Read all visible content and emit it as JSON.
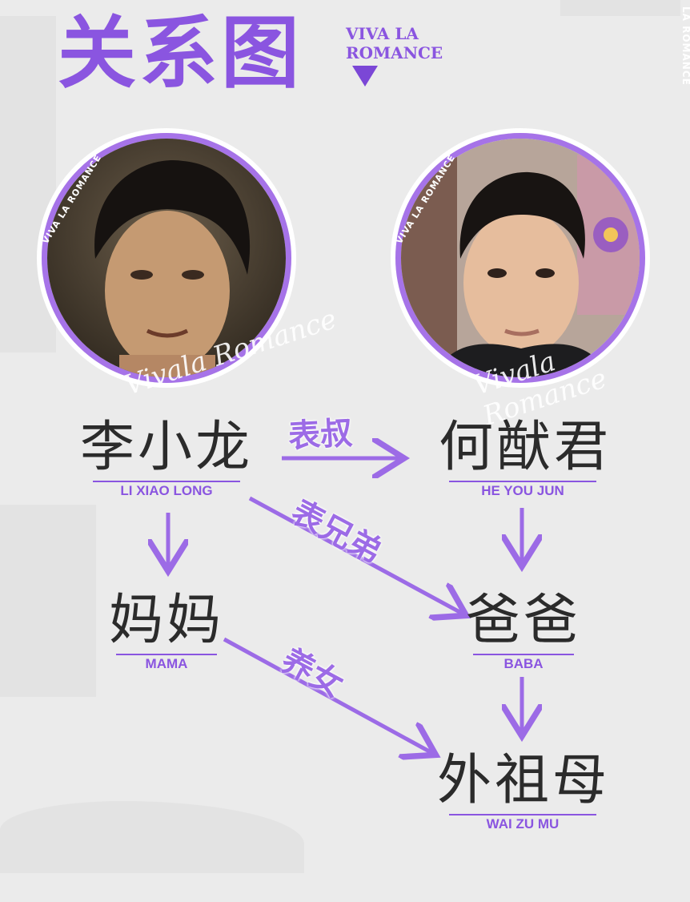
{
  "header": {
    "title": "关系图",
    "brand_line1": "VIVA LA",
    "brand_line2": "ROMANCE",
    "side_brand": "LA ROMANCE"
  },
  "portraits": {
    "left_ring": "VIVA LA ROMANCE",
    "left_signature": "Vivala Romance",
    "right_ring": "VIVA LA ROMANCE",
    "right_signature": "Vivala Romance"
  },
  "nodes": {
    "li": {
      "name": "李小龙",
      "pinyin": "LI XIAO LONG"
    },
    "he": {
      "name": "何猷君",
      "pinyin": "HE YOU JUN"
    },
    "mama": {
      "name": "妈妈",
      "pinyin": "MAMA"
    },
    "baba": {
      "name": "爸爸",
      "pinyin": "BABA"
    },
    "grandma": {
      "name": "外祖母",
      "pinyin": "WAI ZU MU"
    }
  },
  "relations": {
    "li_he": "表叔",
    "li_baba": "表兄弟",
    "mama_grandma": "养女"
  },
  "colors": {
    "accent": "#8a55e0",
    "arrow": "#9c6be6",
    "text": "#2b2b2b",
    "background": "#ebebeb"
  },
  "icons": {
    "brand_marker": "triangle-down-icon"
  }
}
